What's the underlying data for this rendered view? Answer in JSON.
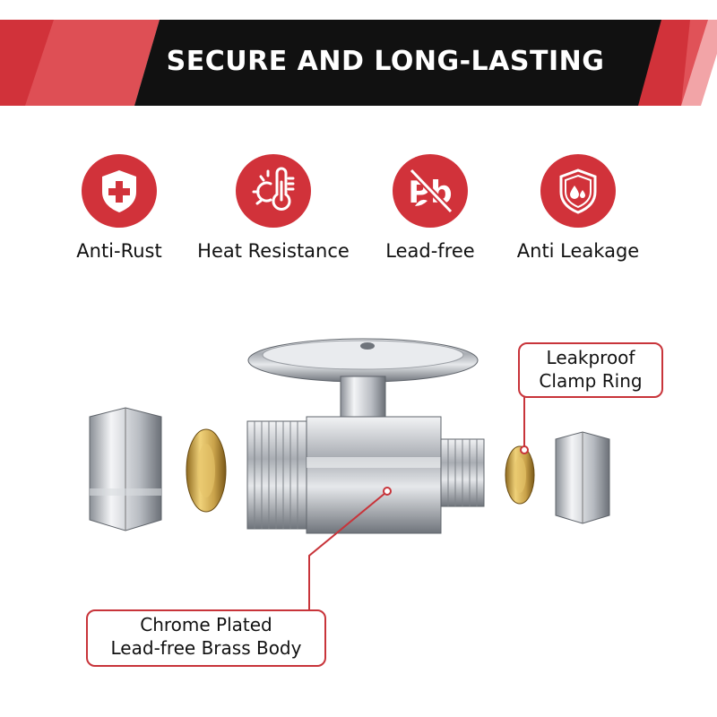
{
  "banner": {
    "title": "SECURE AND LONG-LASTING",
    "colors": {
      "dark": "#111111",
      "accent": "#d1323a",
      "accent_light": "#e9686c"
    }
  },
  "features": [
    {
      "icon": "plus-shield-icon",
      "label": "Anti-Rust"
    },
    {
      "icon": "thermometer-sun-icon",
      "label": "Heat Resistance"
    },
    {
      "icon": "no-lead-pb-icon",
      "label": "Lead-free"
    },
    {
      "icon": "water-drop-shield-icon",
      "label": "Anti Leakage"
    }
  ],
  "callouts": {
    "clamp_ring": {
      "line1": "Leakproof",
      "line2": "Clamp Ring"
    },
    "body": {
      "line1": "Chrome Plated",
      "line2": "Lead-free Brass Body"
    }
  },
  "colors": {
    "accent": "#d1323a",
    "brass": "#c9a24a",
    "chrome": "#b8bcc2"
  }
}
